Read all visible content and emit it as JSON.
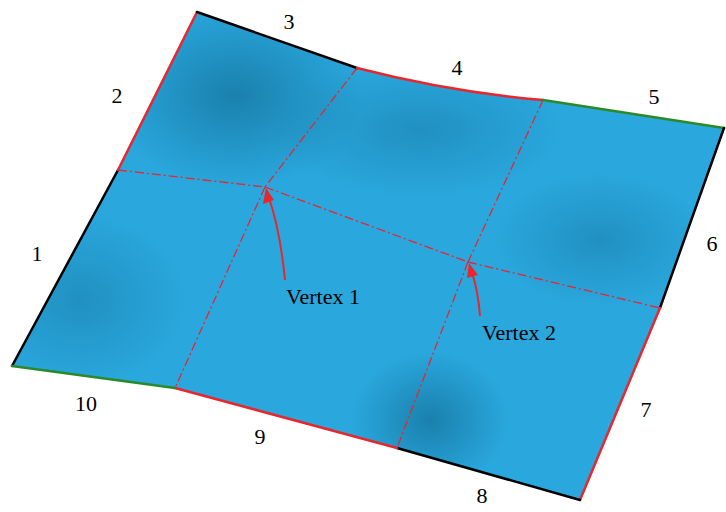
{
  "diagram": {
    "labels": [
      "1",
      "2",
      "3",
      "4",
      "5",
      "6",
      "7",
      "8",
      "9",
      "10",
      "Vertex 1",
      "Vertex 2"
    ]
  }
}
